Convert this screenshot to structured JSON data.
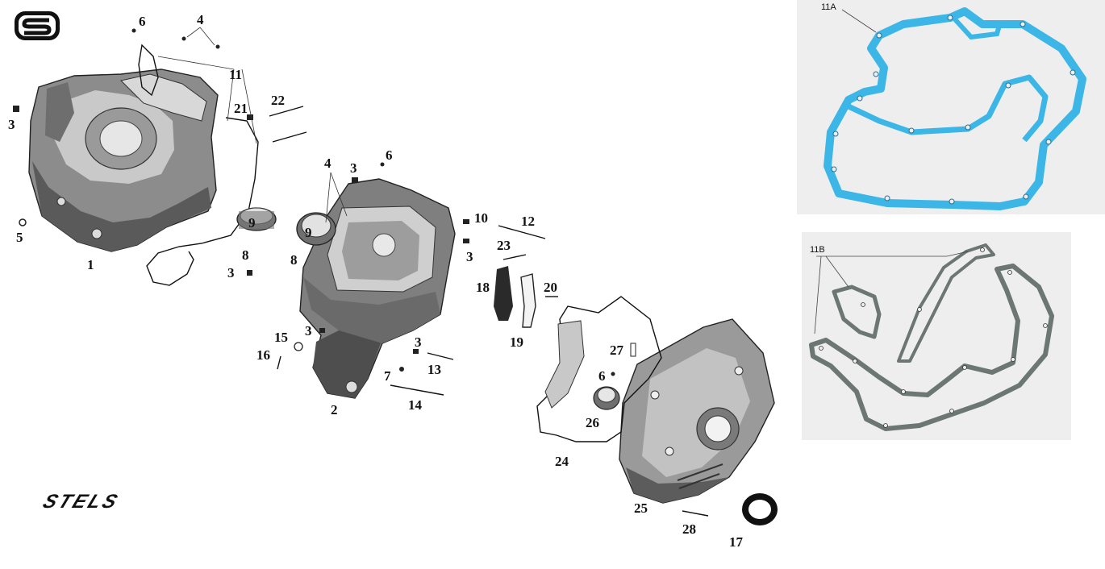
{
  "brand": {
    "wordmark": "STELS"
  },
  "labels": {
    "l1": "1",
    "l2": "2",
    "l3a": "3",
    "l3b": "3",
    "l3c": "3",
    "l3d": "3",
    "l3e": "3",
    "l3f": "3",
    "l4a": "4",
    "l4b": "4",
    "l5": "5",
    "l6a": "6",
    "l6b": "6",
    "l6c": "6",
    "l7": "7",
    "l8a": "8",
    "l8b": "8",
    "l9a": "9",
    "l9b": "9",
    "l10": "10",
    "l11": "11",
    "l12": "12",
    "l13": "13",
    "l14": "14",
    "l15": "15",
    "l16": "16",
    "l17": "17",
    "l18": "18",
    "l19": "19",
    "l20": "20",
    "l21": "21",
    "l22": "22",
    "l23": "23",
    "l24": "24",
    "l25": "25",
    "l26": "26",
    "l27": "27",
    "l28": "28"
  },
  "photos": {
    "a": {
      "label": "11A",
      "gasket_color": "#3bb6e6",
      "background": "#eeeeee"
    },
    "b": {
      "label": "11B",
      "gasket_color": "#6c7672",
      "background": "#eeeeee"
    }
  }
}
